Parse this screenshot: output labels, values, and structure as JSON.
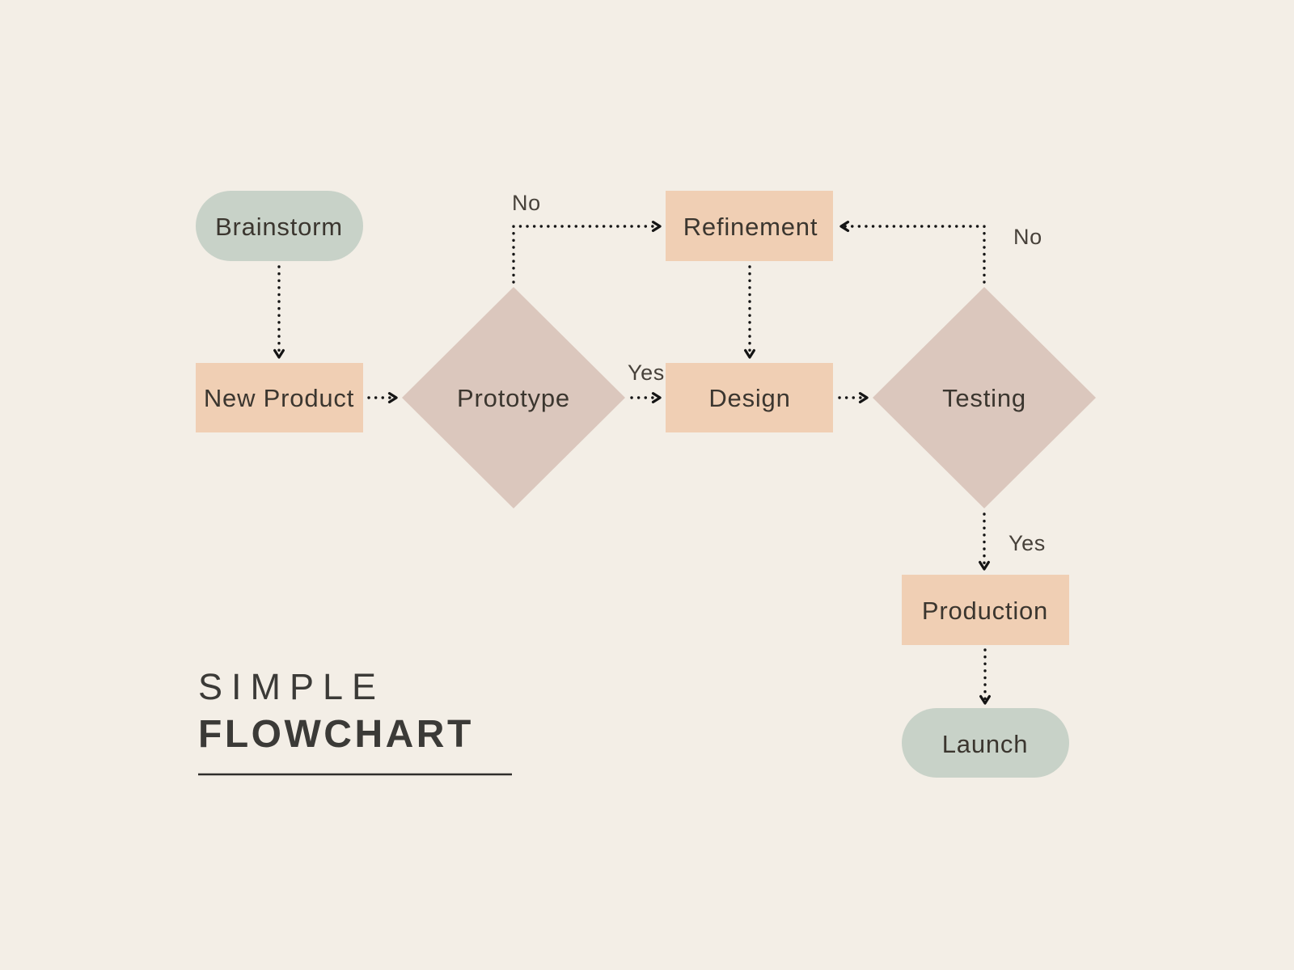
{
  "title": {
    "line1": "SIMPLE",
    "line2": "FLOWCHART"
  },
  "nodes": [
    {
      "id": "brainstorm",
      "label": "Brainstorm",
      "type": "terminator"
    },
    {
      "id": "new-product",
      "label": "New Product",
      "type": "process"
    },
    {
      "id": "prototype",
      "label": "Prototype",
      "type": "decision"
    },
    {
      "id": "refinement",
      "label": "Refinement",
      "type": "process"
    },
    {
      "id": "design",
      "label": "Design",
      "type": "process"
    },
    {
      "id": "testing",
      "label": "Testing",
      "type": "decision"
    },
    {
      "id": "production",
      "label": "Production",
      "type": "process"
    },
    {
      "id": "launch",
      "label": "Launch",
      "type": "terminator"
    }
  ],
  "edges": [
    {
      "from": "brainstorm",
      "to": "new-product",
      "label": ""
    },
    {
      "from": "new-product",
      "to": "prototype",
      "label": ""
    },
    {
      "from": "prototype",
      "to": "design",
      "label": "Yes"
    },
    {
      "from": "prototype",
      "to": "refinement",
      "label": "No"
    },
    {
      "from": "refinement",
      "to": "design",
      "label": ""
    },
    {
      "from": "design",
      "to": "testing",
      "label": ""
    },
    {
      "from": "testing",
      "to": "refinement",
      "label": "No"
    },
    {
      "from": "testing",
      "to": "production",
      "label": "Yes"
    },
    {
      "from": "production",
      "to": "launch",
      "label": ""
    }
  ],
  "colors": {
    "background": "#f3eee6",
    "terminator_fill": "#c8d2c8",
    "process_fill": "#f0cfb4",
    "decision_fill": "#dbc7bd",
    "connector": "#141414",
    "node_text": "#3b362f",
    "label_text": "#47413a",
    "title_text": "#3b3a37"
  }
}
